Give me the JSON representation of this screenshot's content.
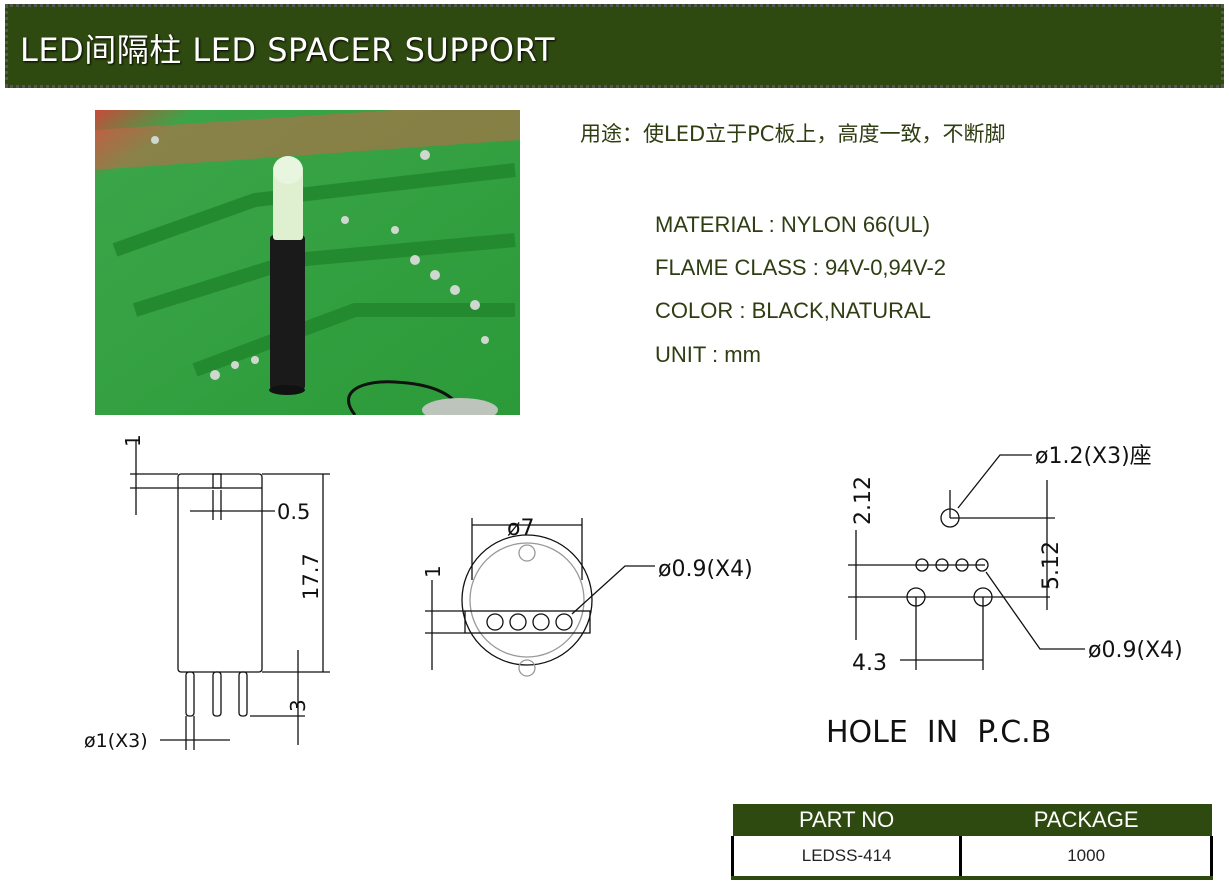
{
  "header": {
    "title": "LED间隔柱 LED SPACER SUPPORT"
  },
  "usage": "用途：使LED立于PC板上，高度一致，不断脚",
  "specs": [
    "MATERIAL  : NYLON 66(UL)",
    "FLAME CLASS  : 94V-0,94V-2",
    "COLOR  : BLACK,NATURAL",
    "UNIT : mm"
  ],
  "drawings": {
    "side": {
      "top": "1",
      "slot": "0.5",
      "height": "17.7",
      "pin": "3",
      "pin_dia": "ø1(X3)"
    },
    "top": {
      "dia": "ø7",
      "band": "1",
      "holes": "ø0.9(X4)"
    },
    "pcb": {
      "h1": "2.12",
      "h2": "5.12",
      "big": "ø1.2(X3)座",
      "small": "ø0.9(X4)",
      "w": "4.3",
      "title": "HOLE  IN  P.C.B"
    }
  },
  "table": {
    "headers": [
      "PART NO",
      "PACKAGE"
    ],
    "rows": [
      [
        "LEDSS-414",
        "1000"
      ]
    ]
  },
  "colors": {
    "brand": "#2f4a10",
    "pcb": "#2fa03a"
  }
}
